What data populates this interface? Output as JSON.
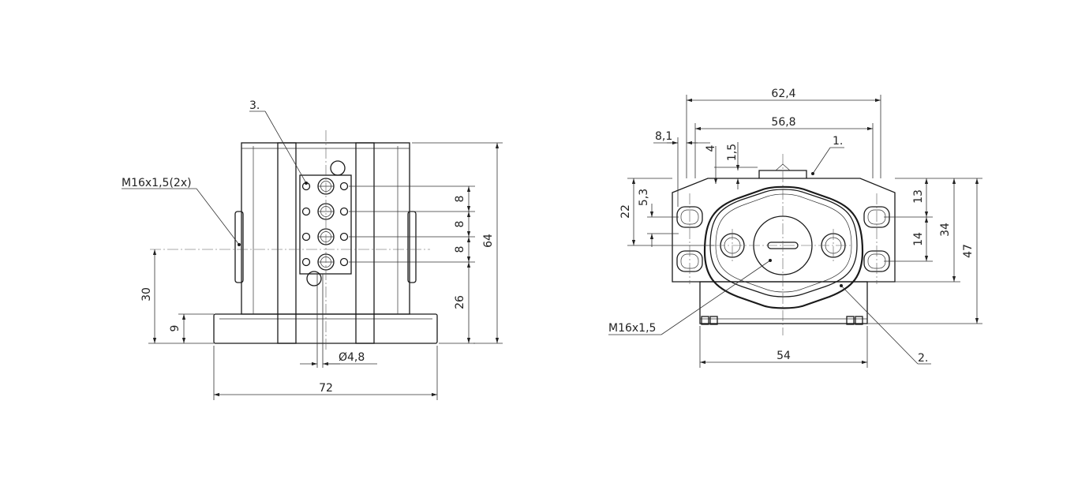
{
  "drawing": {
    "front_view": {
      "callout_terminals": "3.",
      "callout_thread": "M16x1,5(2x)",
      "dim_pitch_1": "8",
      "dim_pitch_2": "8",
      "dim_pitch_3": "8",
      "dim_height": "64",
      "dim_terminal_height": "26",
      "dim_conduit_height": "30",
      "dim_base_height": "9",
      "dim_diameter": "Ø4,8",
      "dim_width": "72"
    },
    "side_view": {
      "dim_width_outer": "62,4",
      "dim_width_holes": "56,8",
      "dim_left_offset": "8,1",
      "dim_4": "4",
      "dim_1_5": "1,5",
      "callout_cover": "1.",
      "dim_22": "22",
      "dim_5_3": "5,3",
      "dim_13": "13",
      "dim_14": "14",
      "dim_34": "34",
      "dim_47": "47",
      "callout_thread": "M16x1,5",
      "callout_seal": "2.",
      "dim_base_width": "54"
    },
    "colors": {
      "line": "#1a1a1a",
      "background": "#ffffff"
    }
  }
}
